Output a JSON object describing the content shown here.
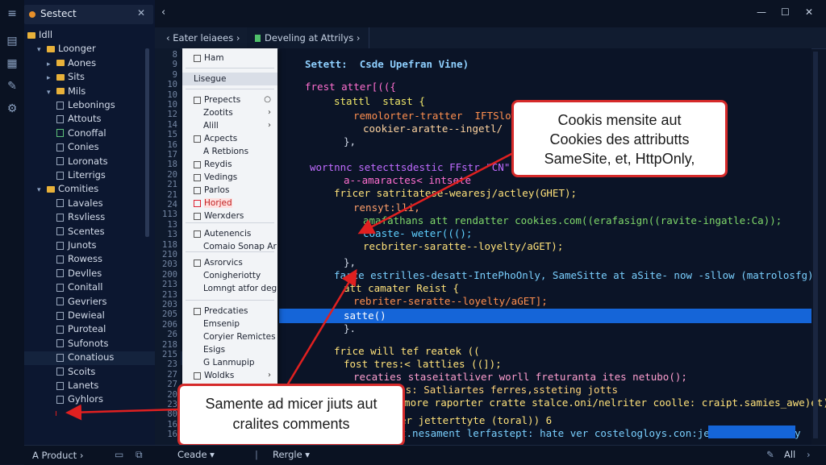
{
  "activity_icons": [
    "menu-icon",
    "files-icon",
    "extensions-icon",
    "wrench-icon",
    "settings-icon"
  ],
  "sidebar": {
    "tab_title": "Sestect",
    "tab_close": "✕",
    "tree": [
      {
        "label": "Idll",
        "kind": "folder",
        "indent": 0
      },
      {
        "label": "Loonger",
        "kind": "folder",
        "indent": 1,
        "chev": "▾"
      },
      {
        "label": "Aones",
        "kind": "folder",
        "indent": 2,
        "chev": "▸"
      },
      {
        "label": "Sits",
        "kind": "folder",
        "indent": 2,
        "chev": "▸"
      },
      {
        "label": "Mils",
        "kind": "folder",
        "indent": 2,
        "chev": "▾"
      },
      {
        "label": "Lebonings",
        "kind": "file",
        "indent": 3
      },
      {
        "label": "Attouts",
        "kind": "file",
        "indent": 3
      },
      {
        "label": "Conoffal",
        "kind": "file-g",
        "indent": 3
      },
      {
        "label": "Conies",
        "kind": "file",
        "indent": 3
      },
      {
        "label": "Loronats",
        "kind": "file",
        "indent": 3
      },
      {
        "label": "Literrigs",
        "kind": "file",
        "indent": 3
      },
      {
        "label": "Comities",
        "kind": "folder",
        "indent": 1,
        "chev": "▾"
      },
      {
        "label": "Lavales",
        "kind": "file",
        "indent": 3
      },
      {
        "label": "Rsvliess",
        "kind": "file",
        "indent": 3
      },
      {
        "label": "Scentes",
        "kind": "file",
        "indent": 3
      },
      {
        "label": "Junots",
        "kind": "file",
        "indent": 3
      },
      {
        "label": "Rowess",
        "kind": "file",
        "indent": 3
      },
      {
        "label": "Devlles",
        "kind": "file",
        "indent": 3
      },
      {
        "label": "Conitall",
        "kind": "file",
        "indent": 3
      },
      {
        "label": "Gevriers",
        "kind": "file",
        "indent": 3
      },
      {
        "label": "Dewieal",
        "kind": "file",
        "indent": 3
      },
      {
        "label": "Puroteal",
        "kind": "file",
        "indent": 3
      },
      {
        "label": "Sufonots",
        "kind": "file",
        "indent": 3
      },
      {
        "label": "Conatious",
        "kind": "file",
        "indent": 3,
        "selected": true
      },
      {
        "label": "Scoits",
        "kind": "file",
        "indent": 3
      },
      {
        "label": "Lanets",
        "kind": "file",
        "indent": 3
      },
      {
        "label": "Gyhlors",
        "kind": "file",
        "indent": 3
      }
    ],
    "footer_label": "A Product ›"
  },
  "window_controls": {
    "minimize": "—",
    "maximize": "☐",
    "close": "✕"
  },
  "tabs": [
    {
      "label": "‹  Eater leiaees  ›"
    },
    {
      "label": "Develing at Attrilys  ›"
    }
  ],
  "gutter": [
    "8",
    "9",
    "9",
    "10",
    "10",
    "10",
    "12",
    "14",
    "15",
    "16",
    "17",
    "18",
    "20",
    "21",
    "21",
    "24",
    "113",
    "13",
    "13",
    "118",
    "210",
    "203",
    "200",
    "213",
    "213",
    "203",
    "205",
    "206",
    "26",
    "218",
    "215",
    "23",
    "27",
    "27",
    "20",
    "23",
    "80",
    "16",
    "16"
  ],
  "menu": {
    "items": [
      {
        "label": "Ham",
        "type": "cb"
      },
      {
        "label": "Lisegue",
        "type": "hl"
      },
      {
        "label": "Prepects",
        "type": "cb",
        "arrow": "○"
      },
      {
        "label": "Zootits",
        "type": "plain",
        "arrow": "›"
      },
      {
        "label": "Alill",
        "type": "plain",
        "arrow": "›"
      },
      {
        "label": "Acpects",
        "type": "cb"
      },
      {
        "label": "A Retbions",
        "type": "plain"
      },
      {
        "label": "Reydis",
        "type": "cb"
      },
      {
        "label": "Vedings",
        "type": "cb"
      },
      {
        "label": "Parlos",
        "type": "cb"
      },
      {
        "label": "Horjed",
        "type": "cb-red"
      },
      {
        "label": "Werxders",
        "type": "cb"
      },
      {
        "label": "Autenencis",
        "type": "cb"
      },
      {
        "label": "Comaio Sonap Ar",
        "type": "plain"
      },
      {
        "label": "Asrorvics",
        "type": "cb"
      },
      {
        "label": "Conigheriotty",
        "type": "plain"
      },
      {
        "label": "Lomngt atfor degi",
        "type": "plain"
      },
      {
        "label": "Predcaties",
        "type": "cb"
      },
      {
        "label": "Emsenip",
        "type": "plain"
      },
      {
        "label": "Coryier Remictes",
        "type": "plain"
      },
      {
        "label": "Esigs",
        "type": "plain"
      },
      {
        "label": "G Lanmupip",
        "type": "plain"
      },
      {
        "label": "Woldks",
        "type": "cb",
        "arrow": "›"
      }
    ]
  },
  "editor": {
    "lines": [
      {
        "text": "Setett:  Csde Upefran Vine)",
        "color": "#8fd0ff",
        "indent": 0
      },
      {
        "text": "frest atter[(({",
        "color": "#ff6fd0",
        "indent": 0
      },
      {
        "text": "stattl  stast {",
        "color": "#f2e96a",
        "indent": 3
      },
      {
        "text": "remolorter-tratter  IFTSlowe",
        "color": "#ff8f4f",
        "indent": 5
      },
      {
        "text": "cookier-aratte--ingetl/",
        "color": "#ffd4a0",
        "indent": 6
      },
      {
        "text": "},",
        "color": "#cfd8e6",
        "indent": 4
      },
      {
        "text": "wortnnc setecttsdestic FFstr \"CN\");",
        "color": "#c06bff",
        "indent": 0
      },
      {
        "text": "a--amaractes< intsete",
        "color": "#ff6fd0",
        "indent": 4
      },
      {
        "text": "fricer satritatese-wearesj/actley(GHET);",
        "color": "#ffe27a",
        "indent": 3
      },
      {
        "text": "rensyt:lli,",
        "color": "#ff9f6a",
        "indent": 5
      },
      {
        "text": "amafathans att rendatter cookies.com((erafasign((ravite-ingatle:Ca));",
        "color": "#7fd86a",
        "indent": 6
      },
      {
        "text": "coaste- weter((();",
        "color": "#5fd0ff",
        "indent": 6
      },
      {
        "text": "recbriter-saratte--loyelty/aGET);",
        "color": "#ffe27a",
        "indent": 6
      },
      {
        "text": "},",
        "color": "#cfd8e6",
        "indent": 4
      },
      {
        "text": "farce estrilles-desatt-IntePhoOnly, SameSitte at aSite- now -sllow (matrolosfg);",
        "color": "#7ad0ff",
        "indent": 3
      },
      {
        "text": "att camater Reist {",
        "color": "#ffe27a",
        "indent": 4
      },
      {
        "text": "rebriter-seratte--loyelty/aGET];",
        "color": "#ff8f4f",
        "indent": 5
      },
      {
        "text": "satte()",
        "color": "#ffffff",
        "indent": 4
      },
      {
        "text": "}.",
        "color": "#cfd8e6",
        "indent": 4
      },
      {
        "text": "frice will tef reatek ((",
        "color": "#ffe27a",
        "indent": 3
      },
      {
        "text": "fost tres:< lattlies ((]);",
        "color": "#ffe27a",
        "indent": 4
      },
      {
        "text": "recaties staseitatliver worll freturanta ites netubo();",
        "color": "#ff9fd0",
        "indent": 5
      },
      {
        "text": "cofilles: Satliartes ferres,ssteting jotts",
        "color": "#ffd47a",
        "indent": 6
      },
      {
        "text": "e more raporter cratte stalce.oni/nelriter coolle: craipt.samies_awe)et);",
        "color": "#ffe27a",
        "indent": 0
      },
      {
        "text": "er jetterttyte (toral)) 6",
        "color": "#ffe27a",
        "indent": 0
      },
      {
        "text": "t.nesament lerfastept: hate ver costelogloys.con:jef/Snoorite.Aely",
        "color": "#7ad0ff",
        "indent": 0
      }
    ]
  },
  "callouts": {
    "top": [
      "Cookis mensite aut",
      "Cookies des attributts",
      "SameSite, et, HttpOnly,"
    ],
    "bottom": [
      "Samente ad micer jiuts aut",
      "cralites comments"
    ]
  },
  "status": {
    "left": "Ceade ▾",
    "mid": "Rergle ▾",
    "right": "All"
  },
  "colors": {
    "accent": "#1565d8",
    "callout_border": "#d62a2a",
    "arrow": "#e02020"
  }
}
